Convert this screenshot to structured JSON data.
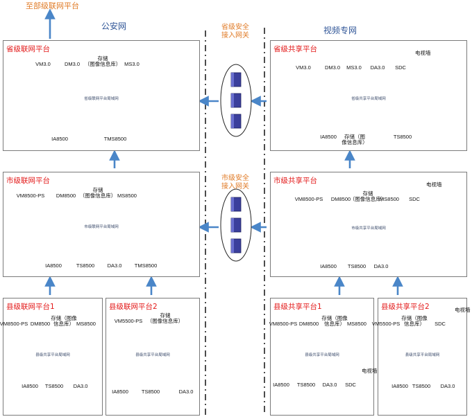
{
  "top_target": "至部级联网平台",
  "networks": {
    "left": "公安网",
    "right": "视频专网"
  },
  "gateways": [
    {
      "line1": "省级安全",
      "line2": "接入网关"
    },
    {
      "line1": "市级安全",
      "line2": "接入网关"
    }
  ],
  "platforms": [
    {
      "title": "省级联网平台",
      "bus": "省级联网平台局域网",
      "top_devices": [
        {
          "icon": "switch-icon",
          "label": "VM3.0"
        },
        {
          "icon": "switch-icon",
          "label": "DM3.0"
        },
        {
          "icon": "storage-icon",
          "label": "存储\n（图像信息库）"
        },
        {
          "icon": "stacked-switch-icon",
          "label": "MS3.0"
        }
      ],
      "bottom_devices": [
        {
          "icon": "server-rack-icon",
          "label": "IA8500"
        },
        {
          "icon": "switch-icon",
          "label": "TMS8500"
        }
      ]
    },
    {
      "title": "省级共享平台",
      "bus": "省级共享平台局域网",
      "top_devices": [
        {
          "icon": "switch-icon",
          "label": "VM3.0"
        },
        {
          "icon": "switch-icon",
          "label": "DM3.0"
        },
        {
          "icon": "stacked-switch-icon",
          "label": "MS3.0"
        },
        {
          "icon": "switch-icon",
          "label": "DA3.0"
        },
        {
          "icon": "small-switch-icon",
          "label": "SDC"
        }
      ],
      "bottom_devices": [
        {
          "icon": "server-rack-icon",
          "label": "IA8500"
        },
        {
          "icon": "storage-icon",
          "label": "存储（图\n像信息库）"
        },
        {
          "icon": "switch-icon",
          "label": "TS8500"
        }
      ],
      "extra": {
        "icon": "video-wall-icon",
        "label": "电视墙"
      }
    },
    {
      "title": "市级联网平台",
      "bus": "市级联网平台局域网",
      "top_devices": [
        {
          "icon": "switch-icon",
          "label": "VM8500-PS"
        },
        {
          "icon": "switch-icon",
          "label": "DM8500"
        },
        {
          "icon": "storage-icon",
          "label": "存储\n（图像信息库）"
        },
        {
          "icon": "stacked-switch-icon",
          "label": "MS8500"
        }
      ],
      "bottom_devices": [
        {
          "icon": "server-rack-icon",
          "label": "IA8500"
        },
        {
          "icon": "stacked-switch-icon",
          "label": "TS8500"
        },
        {
          "icon": "switch-icon",
          "label": "DA3.0"
        },
        {
          "icon": "switch-icon",
          "label": "TMS8500"
        }
      ]
    },
    {
      "title": "市级共享平台",
      "bus": "市级共享平台局域网",
      "top_devices": [
        {
          "icon": "switch-icon",
          "label": "VM8500-PS"
        },
        {
          "icon": "switch-icon",
          "label": "DM8500"
        },
        {
          "icon": "storage-icon",
          "label": "存储\n（图像信息库）"
        },
        {
          "icon": "stacked-switch-icon",
          "label": "MS8500"
        },
        {
          "icon": "small-switch-icon",
          "label": "SDC"
        }
      ],
      "bottom_devices": [
        {
          "icon": "server-rack-icon",
          "label": "IA8500"
        },
        {
          "icon": "stacked-switch-icon",
          "label": "TS8500"
        },
        {
          "icon": "switch-icon",
          "label": "DA3.0"
        }
      ],
      "extra": {
        "icon": "video-wall-icon",
        "label": "电视墙"
      }
    },
    {
      "title": "县级联网平台1",
      "bus": "县级共享平台局域网",
      "top_devices": [
        {
          "icon": "switch-icon",
          "label": "VM8500-PS"
        },
        {
          "icon": "switch-icon",
          "label": "DM8500"
        },
        {
          "icon": "storage-icon",
          "label": "存储（图像\n信息库）"
        },
        {
          "icon": "stacked-switch-icon",
          "label": "MS8500"
        }
      ],
      "bottom_devices": [
        {
          "icon": "server-rack-icon",
          "label": "IA8500"
        },
        {
          "icon": "stacked-switch-icon",
          "label": "TS8500"
        },
        {
          "icon": "switch-icon",
          "label": "DA3.0"
        }
      ]
    },
    {
      "title": "县级联网平台2",
      "bus": "县级共享平台局域网",
      "top_devices": [
        {
          "icon": "switch-icon",
          "label": "VM5500-PS"
        },
        {
          "icon": "storage-icon",
          "label": "存储\n（图像信息库）"
        }
      ],
      "bottom_devices": [
        {
          "icon": "server-rack-icon",
          "label": "IA8500"
        },
        {
          "icon": "stacked-switch-icon",
          "label": "TS8500"
        },
        {
          "icon": "switch-icon",
          "label": "DA3.0"
        }
      ]
    },
    {
      "title": "县级共享平台1",
      "bus": "县级共享平台局域网",
      "top_devices": [
        {
          "icon": "switch-icon",
          "label": "VM8500-PS"
        },
        {
          "icon": "switch-icon",
          "label": "DM8500"
        },
        {
          "icon": "storage-icon",
          "label": "存储（图像\n信息库）"
        },
        {
          "icon": "stacked-switch-icon",
          "label": "MS8500"
        }
      ],
      "bottom_devices": [
        {
          "icon": "server-rack-icon",
          "label": "IA8500"
        },
        {
          "icon": "stacked-switch-icon",
          "label": "TS8500"
        },
        {
          "icon": "switch-icon",
          "label": "DA3.0"
        },
        {
          "icon": "small-switch-icon",
          "label": "SDC"
        }
      ],
      "extra": {
        "icon": "video-wall-icon",
        "label": "电视墙"
      }
    },
    {
      "title": "县级共享平台2",
      "bus": "县级共享平台局域网",
      "top_devices": [
        {
          "icon": "switch-icon",
          "label": "VM5500-PS"
        },
        {
          "icon": "storage-icon",
          "label": "存储（图像\n信息库）"
        },
        {
          "icon": "small-switch-icon",
          "label": "SDC"
        }
      ],
      "bottom_devices": [
        {
          "icon": "server-rack-icon",
          "label": "IA8500"
        },
        {
          "icon": "stacked-switch-icon",
          "label": "TS8500"
        },
        {
          "icon": "switch-icon",
          "label": "DA3.0"
        }
      ],
      "extra": {
        "icon": "video-wall-icon",
        "label": "电视墙"
      }
    }
  ],
  "colors": {
    "arrow": "#4a86c8",
    "platform_title": "#e31a1a",
    "network_title": "#2f5597",
    "gateway_text": "#e07b27",
    "device": "#3b3f9c"
  }
}
